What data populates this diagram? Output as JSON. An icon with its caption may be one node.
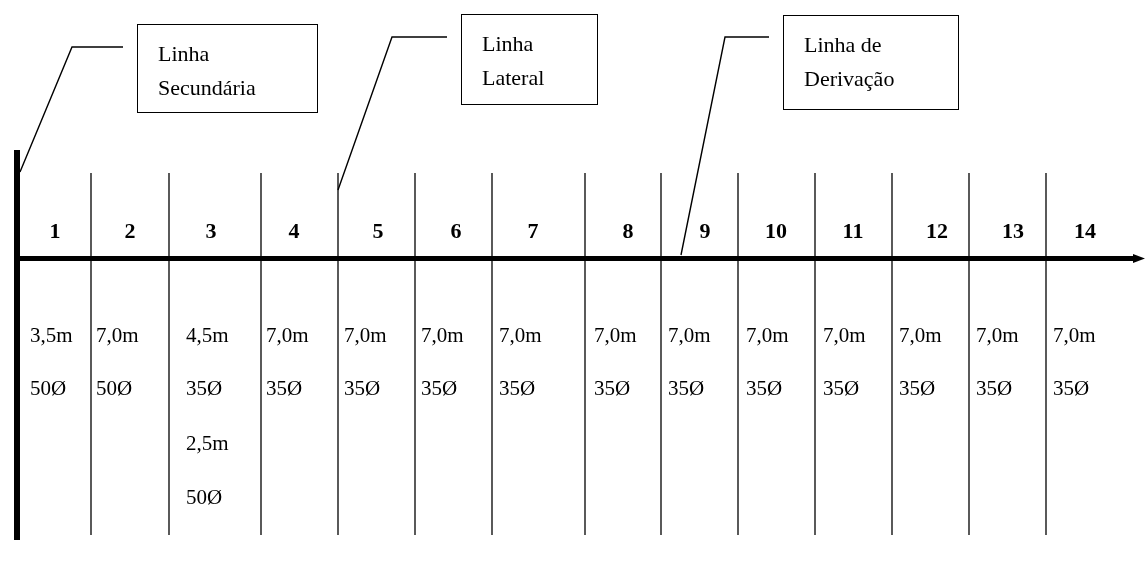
{
  "diagram": {
    "nodes": [
      {
        "text": [
          "Linha Secundária"
        ]
      },
      {
        "text": [
          "Linha Lateral"
        ]
      },
      {
        "text": [
          "Linha de Derivação"
        ]
      },
      {
        "text": [],
        "shape": "bar"
      },
      {
        "text": [],
        "shape": "arrow"
      }
    ],
    "edges": [
      {
        "from": 0,
        "to": 3,
        "arrow": "none"
      },
      {
        "from": 1,
        "to": null,
        "arrow": "none"
      },
      {
        "from": 2,
        "to": 4,
        "arrow": "none"
      }
    ],
    "labels": [
      "1",
      "2",
      "3",
      "4",
      "5",
      "6",
      "7",
      "8",
      "9",
      "10",
      "11",
      "12",
      "13",
      "14",
      "3,5m",
      "7,0m",
      "4,5m",
      "7,0m",
      "7,0m",
      "7,0m",
      "7,0m",
      "7,0m",
      "7,0m",
      "7,0m",
      "7,0m",
      "7,0m",
      "7,0m",
      "7,0m",
      "50Ø",
      "50Ø",
      "35Ø",
      "35Ø",
      "35Ø",
      "35Ø",
      "35Ø",
      "35Ø",
      "35Ø",
      "35Ø",
      "35Ø",
      "35Ø",
      "35Ø",
      "35Ø",
      "2,5m",
      "50Ø"
    ]
  }
}
